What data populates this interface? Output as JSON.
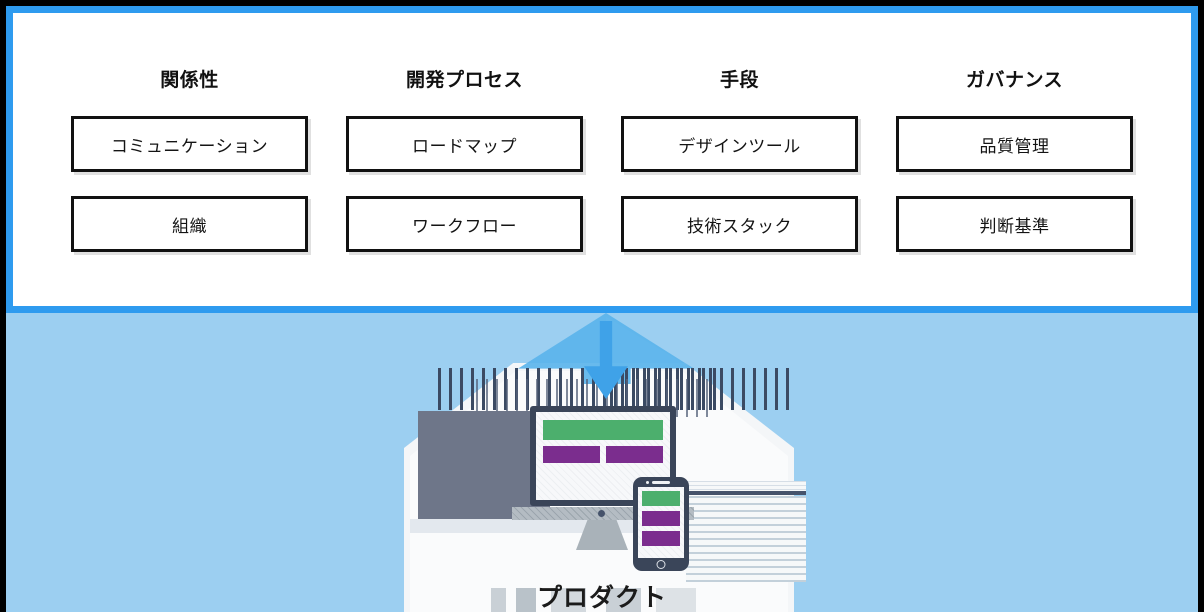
{
  "frame": {
    "outer_color": "#000000",
    "accent_color": "#2E9BEF",
    "panel_background": "#FFFFFF",
    "illustration_background": "#9CCFF1"
  },
  "matrix": {
    "columns": [
      {
        "title": "関係性",
        "cells": [
          "コミュニケーション",
          "組織"
        ]
      },
      {
        "title": "開発プロセス",
        "cells": [
          "ロードマップ",
          "ワークフロー"
        ]
      },
      {
        "title": "手段",
        "cells": [
          "デザインツール",
          "技術スタック"
        ]
      },
      {
        "title": "ガバナンス",
        "cells": [
          "品質管理",
          "判断基準"
        ]
      }
    ]
  },
  "illustration": {
    "label": "プロダクト",
    "arrow_color": "#3FA2E8",
    "wedge_color": "#5BB4EC",
    "device_bezel_color": "#3A4559",
    "accent_green": "#4CAF6D",
    "accent_purple": "#7B2D8E",
    "slate_color": "#6E7689"
  }
}
